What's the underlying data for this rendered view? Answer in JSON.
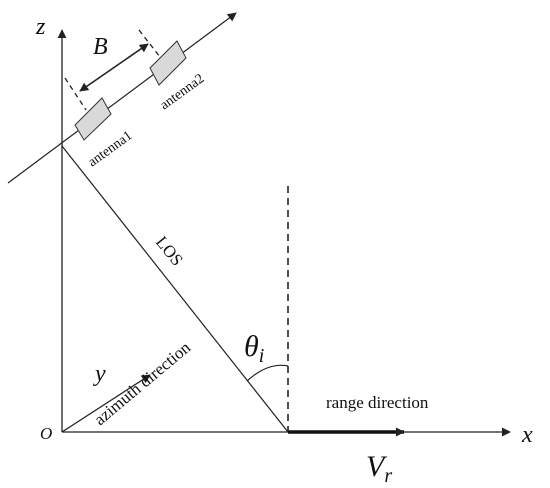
{
  "axes": {
    "z_label": "z",
    "x_label": "x",
    "y_label": "y",
    "origin_label": "O"
  },
  "baseline_label": "B",
  "antennas": [
    {
      "label": "antenna1"
    },
    {
      "label": "antenna2"
    }
  ],
  "los_label": "LOS",
  "incidence_angle": {
    "symbol": "θ",
    "subscript": "i"
  },
  "azimuth_label": "azimuth direction",
  "range_label": "range direction",
  "velocity": {
    "symbol": "V",
    "subscript": "r"
  },
  "colors": {
    "line": "#222222",
    "antenna_fill": "#d9d9d9",
    "antenna_stroke": "#333333"
  }
}
